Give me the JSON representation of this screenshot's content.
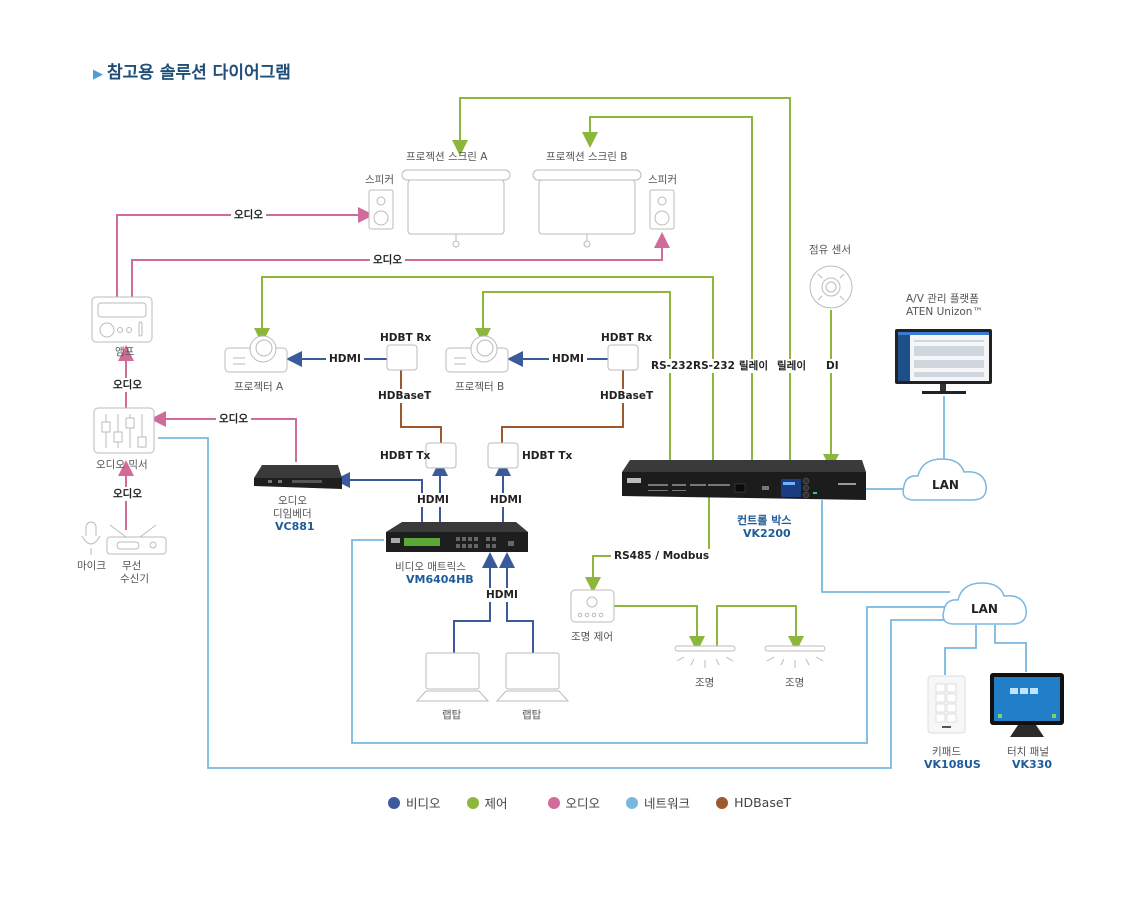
{
  "title": "참고용 솔루션 다이어그램",
  "colors": {
    "video": "#3a5a9c",
    "control": "#8db63c",
    "audio": "#d06c9a",
    "network": "#7ab7e0",
    "hdbaset": "#9c5a2c"
  },
  "devices": {
    "screen_a": "프로젝션 스크린 A",
    "screen_b": "프로젝션 스크린 B",
    "speaker_left": "스피커",
    "speaker_right": "스피커",
    "amp": "앰프",
    "mixer": "오디오 믹서",
    "mic": "마이크",
    "wireless_receiver": [
      "무선",
      "수신기"
    ],
    "projector_a": "프로젝터 A",
    "projector_b": "프로젝터 B",
    "hdbt_rx_a": "HDBT Rx",
    "hdbt_rx_b": "HDBT Rx",
    "hdbt_tx_a": "HDBT Tx",
    "hdbt_tx_b": "HDBT Tx",
    "deembedder": [
      "오디오",
      "디임베더"
    ],
    "deembedder_model": "VC881",
    "matrix": "비디오 매트릭스",
    "matrix_model": "VM6404HB",
    "laptop_1": "랩탑",
    "laptop_2": "랩탑",
    "control_box": "컨트롤 박스",
    "control_box_model": "VK2200",
    "occupancy_sensor": "점유 센서",
    "unizon": [
      "A/V 관리 플랫폼",
      "ATEN Unizon™"
    ],
    "lighting_control": "조명 제어",
    "light_1": "조명",
    "light_2": "조명",
    "lan_1": "LAN",
    "lan_2": "LAN",
    "keypad": "키패드",
    "keypad_model": "VK108US",
    "touch_panel": "터치 패널",
    "touch_panel_model": "VK330"
  },
  "connections": {
    "audio_1": "오디오",
    "audio_2": "오디오",
    "audio_amp_mixer": "오디오",
    "audio_deemb_mixer": "오디오",
    "audio_rx_mixer": "오디오",
    "hdmi_rx_a": "HDMI",
    "hdmi_rx_b": "HDMI",
    "hdbaset_a": "HDBaseT",
    "hdbaset_b": "HDBaseT",
    "hdmi_tx_a": "HDMI",
    "hdmi_tx_b": "HDMI",
    "hdmi_laptops": "HDMI",
    "rs232_1": "RS-232",
    "rs232_2": "RS-232",
    "relay_1": "릴레이",
    "relay_2": "릴레이",
    "di": "DI",
    "rs485": "RS485 / Modbus"
  },
  "legend": [
    {
      "label": "비디오",
      "color": "#3a5a9c"
    },
    {
      "label": "제어",
      "color": "#8db63c"
    },
    {
      "label": "오디오",
      "color": "#d06c9a"
    },
    {
      "label": "네트워크",
      "color": "#7ab7e0"
    },
    {
      "label": "HDBaseT",
      "color": "#9c5a2c"
    }
  ]
}
